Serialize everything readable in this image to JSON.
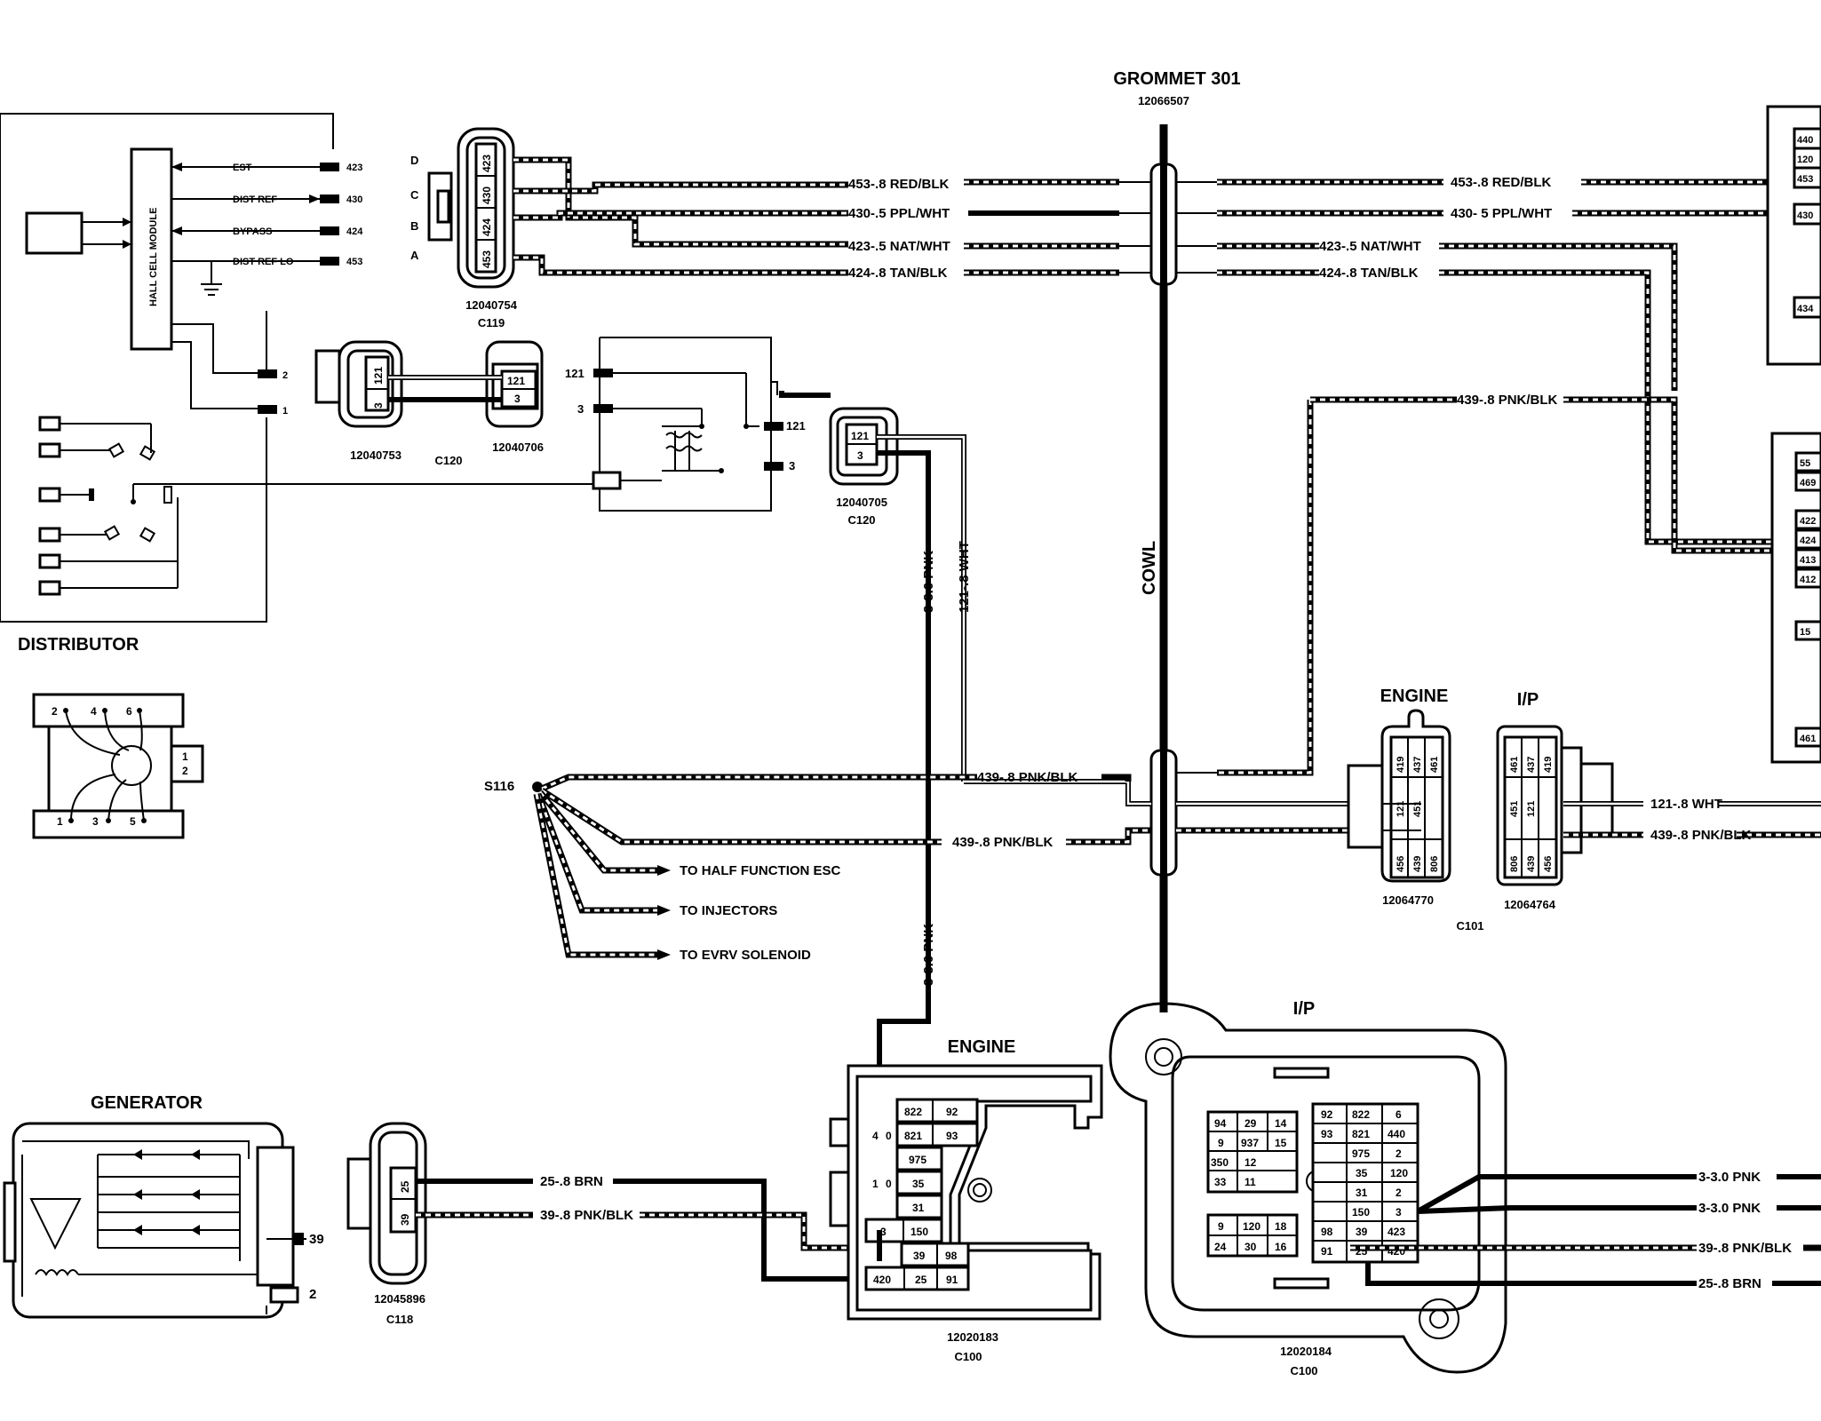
{
  "grommet": {
    "title": "GROMMET 301",
    "part": "12066507",
    "cowl": "COWL"
  },
  "distributor": {
    "title": "DISTRIBUTOR",
    "module": "HALL CELL MODULE",
    "signals": [
      {
        "name": "EST",
        "circuit": "423"
      },
      {
        "name": "DIST REF",
        "circuit": "430"
      },
      {
        "name": "BYPASS",
        "circuit": "424"
      },
      {
        "name": "DIST REF LO",
        "circuit": "453"
      }
    ],
    "pins": [
      "2",
      "1"
    ],
    "cap_pins_top": [
      "2",
      "4",
      "6"
    ],
    "cap_pins_bottom": [
      "1",
      "3",
      "5"
    ],
    "cap_side": [
      "1",
      "2"
    ]
  },
  "c119": {
    "part": "12040754",
    "name": "C119",
    "letters": [
      "D",
      "C",
      "B",
      "A"
    ],
    "cavities": [
      "423",
      "430",
      "424",
      "453"
    ]
  },
  "c120": {
    "left_part": "12040753",
    "mid_part": "12040706",
    "right_part": "12040705",
    "name": "C120",
    "cavities": [
      "121",
      "3"
    ]
  },
  "coil": {
    "terms": [
      "121",
      "3",
      "121",
      "3"
    ]
  },
  "wires_upper": [
    {
      "label": "453-.8 RED/BLK"
    },
    {
      "label": "430-.5 PPL/WHT"
    },
    {
      "label": "423-.5 NAT/WHT"
    },
    {
      "label": "424-.8 TAN/BLK"
    }
  ],
  "wires_upper_right": [
    {
      "label": "453-.8 RED/BLK"
    },
    {
      "label": "430- 5 PPL/WHT"
    },
    {
      "label": "423-.5 NAT/WHT"
    },
    {
      "label": "424-.8 TAN/BLK"
    },
    {
      "label": "439-.8 PNK/BLK"
    }
  ],
  "right_edge_cavities_top": [
    "440",
    "120",
    "453",
    "430",
    "434"
  ],
  "right_edge_cavities_mid": [
    "55",
    "469",
    "422",
    "424",
    "413",
    "412",
    "15",
    "461"
  ],
  "vertical_wires": {
    "pnk_top": "3-3.0 PNK",
    "wht": "121-.8 WHT",
    "pnk_bottom": "3-3.0 PNK"
  },
  "s116": {
    "name": "S116",
    "labels": [
      "439-.8 PNK/BLK",
      "439-.8 PNK/BLK"
    ],
    "destinations": [
      "TO HALF FUNCTION ESC",
      "TO INJECTORS",
      "TO EVRV SOLENOID"
    ]
  },
  "c101": {
    "engine_title": "ENGINE",
    "ip_title": "I/P",
    "engine_part": "12064770",
    "ip_part": "12064764",
    "name": "C101",
    "engine_cavities_top": [
      "419",
      "437",
      "461"
    ],
    "engine_cavities_mid": [
      "121",
      "451"
    ],
    "engine_cavities_bottom": [
      "456",
      "439",
      "806"
    ],
    "ip_cavities_top": [
      "461",
      "437",
      "419"
    ],
    "ip_cavities_mid": [
      "451",
      "121"
    ],
    "ip_cavities_bottom": [
      "806",
      "439",
      "456"
    ],
    "wire_wht": "121-.8 WHT",
    "wire_pnkblk": "439-.8 PNK/BLK"
  },
  "generator": {
    "title": "GENERATOR",
    "terminals": [
      "39",
      "2"
    ]
  },
  "c118": {
    "part": "12045896",
    "name": "C118",
    "cavities": [
      "25",
      "39"
    ],
    "wires": [
      "25-.8 BRN",
      "39-.8 PNK/BLK"
    ]
  },
  "c100_engine": {
    "title": "ENGINE",
    "part": "12020183",
    "name": "C100",
    "rows": [
      [
        "822",
        "92"
      ],
      [
        "4",
        "0",
        "821",
        "93"
      ],
      [
        "975"
      ],
      [
        "1",
        "0",
        "35"
      ],
      [
        "31"
      ],
      [
        "3",
        "150"
      ],
      [
        "39",
        "98"
      ],
      [
        "420",
        "25",
        "91"
      ]
    ]
  },
  "c100_ip": {
    "title": "I/P",
    "part": "12020184",
    "name": "C100",
    "left_rows": [
      [
        "94",
        "29",
        "14"
      ],
      [
        "9",
        "937",
        "15"
      ],
      [
        "350",
        "12"
      ],
      [
        "33",
        "11"
      ],
      [
        "9",
        "120",
        "18"
      ],
      [
        "24",
        "30",
        "16"
      ]
    ],
    "right_rows": [
      [
        "92",
        "822",
        "6"
      ],
      [
        "93",
        "821",
        "440"
      ],
      [
        "975",
        "2"
      ],
      [
        "35",
        "120"
      ],
      [
        "31",
        "2"
      ],
      [
        "150",
        "3"
      ],
      [
        "98",
        "39",
        "423"
      ],
      [
        "91",
        "25",
        "420"
      ]
    ],
    "wires": [
      "3-3.0 PNK",
      "3-3.0 PNK",
      "39-.8 PNK/BLK",
      "25-.8 BRN"
    ]
  }
}
